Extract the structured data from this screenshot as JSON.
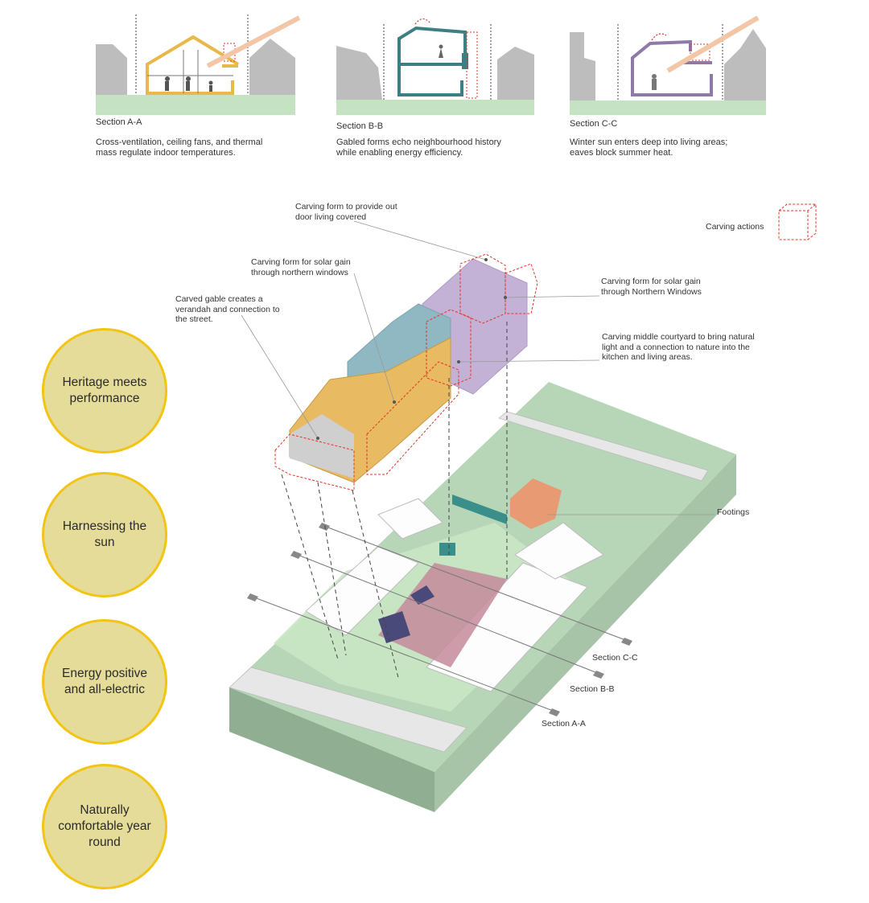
{
  "sections": [
    {
      "label": "Section A-A",
      "description": "Cross-ventilation, ceiling fans, and thermal mass regulate indoor temperatures.",
      "line1": "Cross-ventilation, ceiling fans, and thermal",
      "line2": "mass regulate indoor temperatures.",
      "color": "#e8b84a"
    },
    {
      "label": "Section B-B",
      "description": "Gabled forms echo neighbourhood history while enabling energy efficiency.",
      "line1": "Gabled forms echo neighbourhood history",
      "line2": "while enabling energy efficiency.",
      "color": "#3d7f84"
    },
    {
      "label": "Section C-C",
      "description": "Winter sun enters deep into living areas; eaves block summer heat.",
      "line1": "Winter sun enters deep into living areas;",
      "line2": "eaves block summer heat.",
      "color": "#8e7aa8"
    }
  ],
  "legend": {
    "label": "Carving actions",
    "icon": "dashed-cube-icon",
    "color": "#e2342a"
  },
  "annotations": {
    "outdoor": {
      "line1": "Carving form to provide out",
      "line2": "door living covered"
    },
    "solar_north": {
      "line1": "Carving form for solar gain",
      "line2": "through northern windows"
    },
    "solar_north2": {
      "line1": "Carving form for solar gain",
      "line2": "through Northern Windows"
    },
    "gable": {
      "line1": "Carved gable creates a",
      "line2": "verandah and connection to",
      "line3": "the street."
    },
    "courtyard": {
      "line1": "Carving middle courtyard to bring natural",
      "line2": "light and a connection to nature into the",
      "line3": "kitchen and living areas."
    },
    "footings": "Footings",
    "sec_c": "Section C-C",
    "sec_b": "Section B-B",
    "sec_a": "Section A-A"
  },
  "principles": [
    {
      "label": "Heritage meets performance",
      "l1": "Heritage meets",
      "l2": "performance"
    },
    {
      "label": "Harnessing the sun",
      "l1": "Harnessing the sun"
    },
    {
      "label": "Energy positive and all-electric",
      "l1": "Energy positive",
      "l2": "and all-electric"
    },
    {
      "label": "Naturally comfortable year round",
      "l1": "Naturally",
      "l2": "comfortable year",
      "l3": "round"
    }
  ],
  "colors": {
    "ground": "#c5e3c2",
    "site": "#b7d6b8",
    "site_edge": "#8fae92",
    "neighbour": "#bdbdbd",
    "gable": "#e8ba62",
    "blue": "#8fb8c3",
    "purple": "#c4b2d6",
    "teal": "#3b8f8a",
    "orange": "#e89a72",
    "navy": "#4a4a7a",
    "pink": "#c48a9a",
    "carve": "#e2342a"
  }
}
